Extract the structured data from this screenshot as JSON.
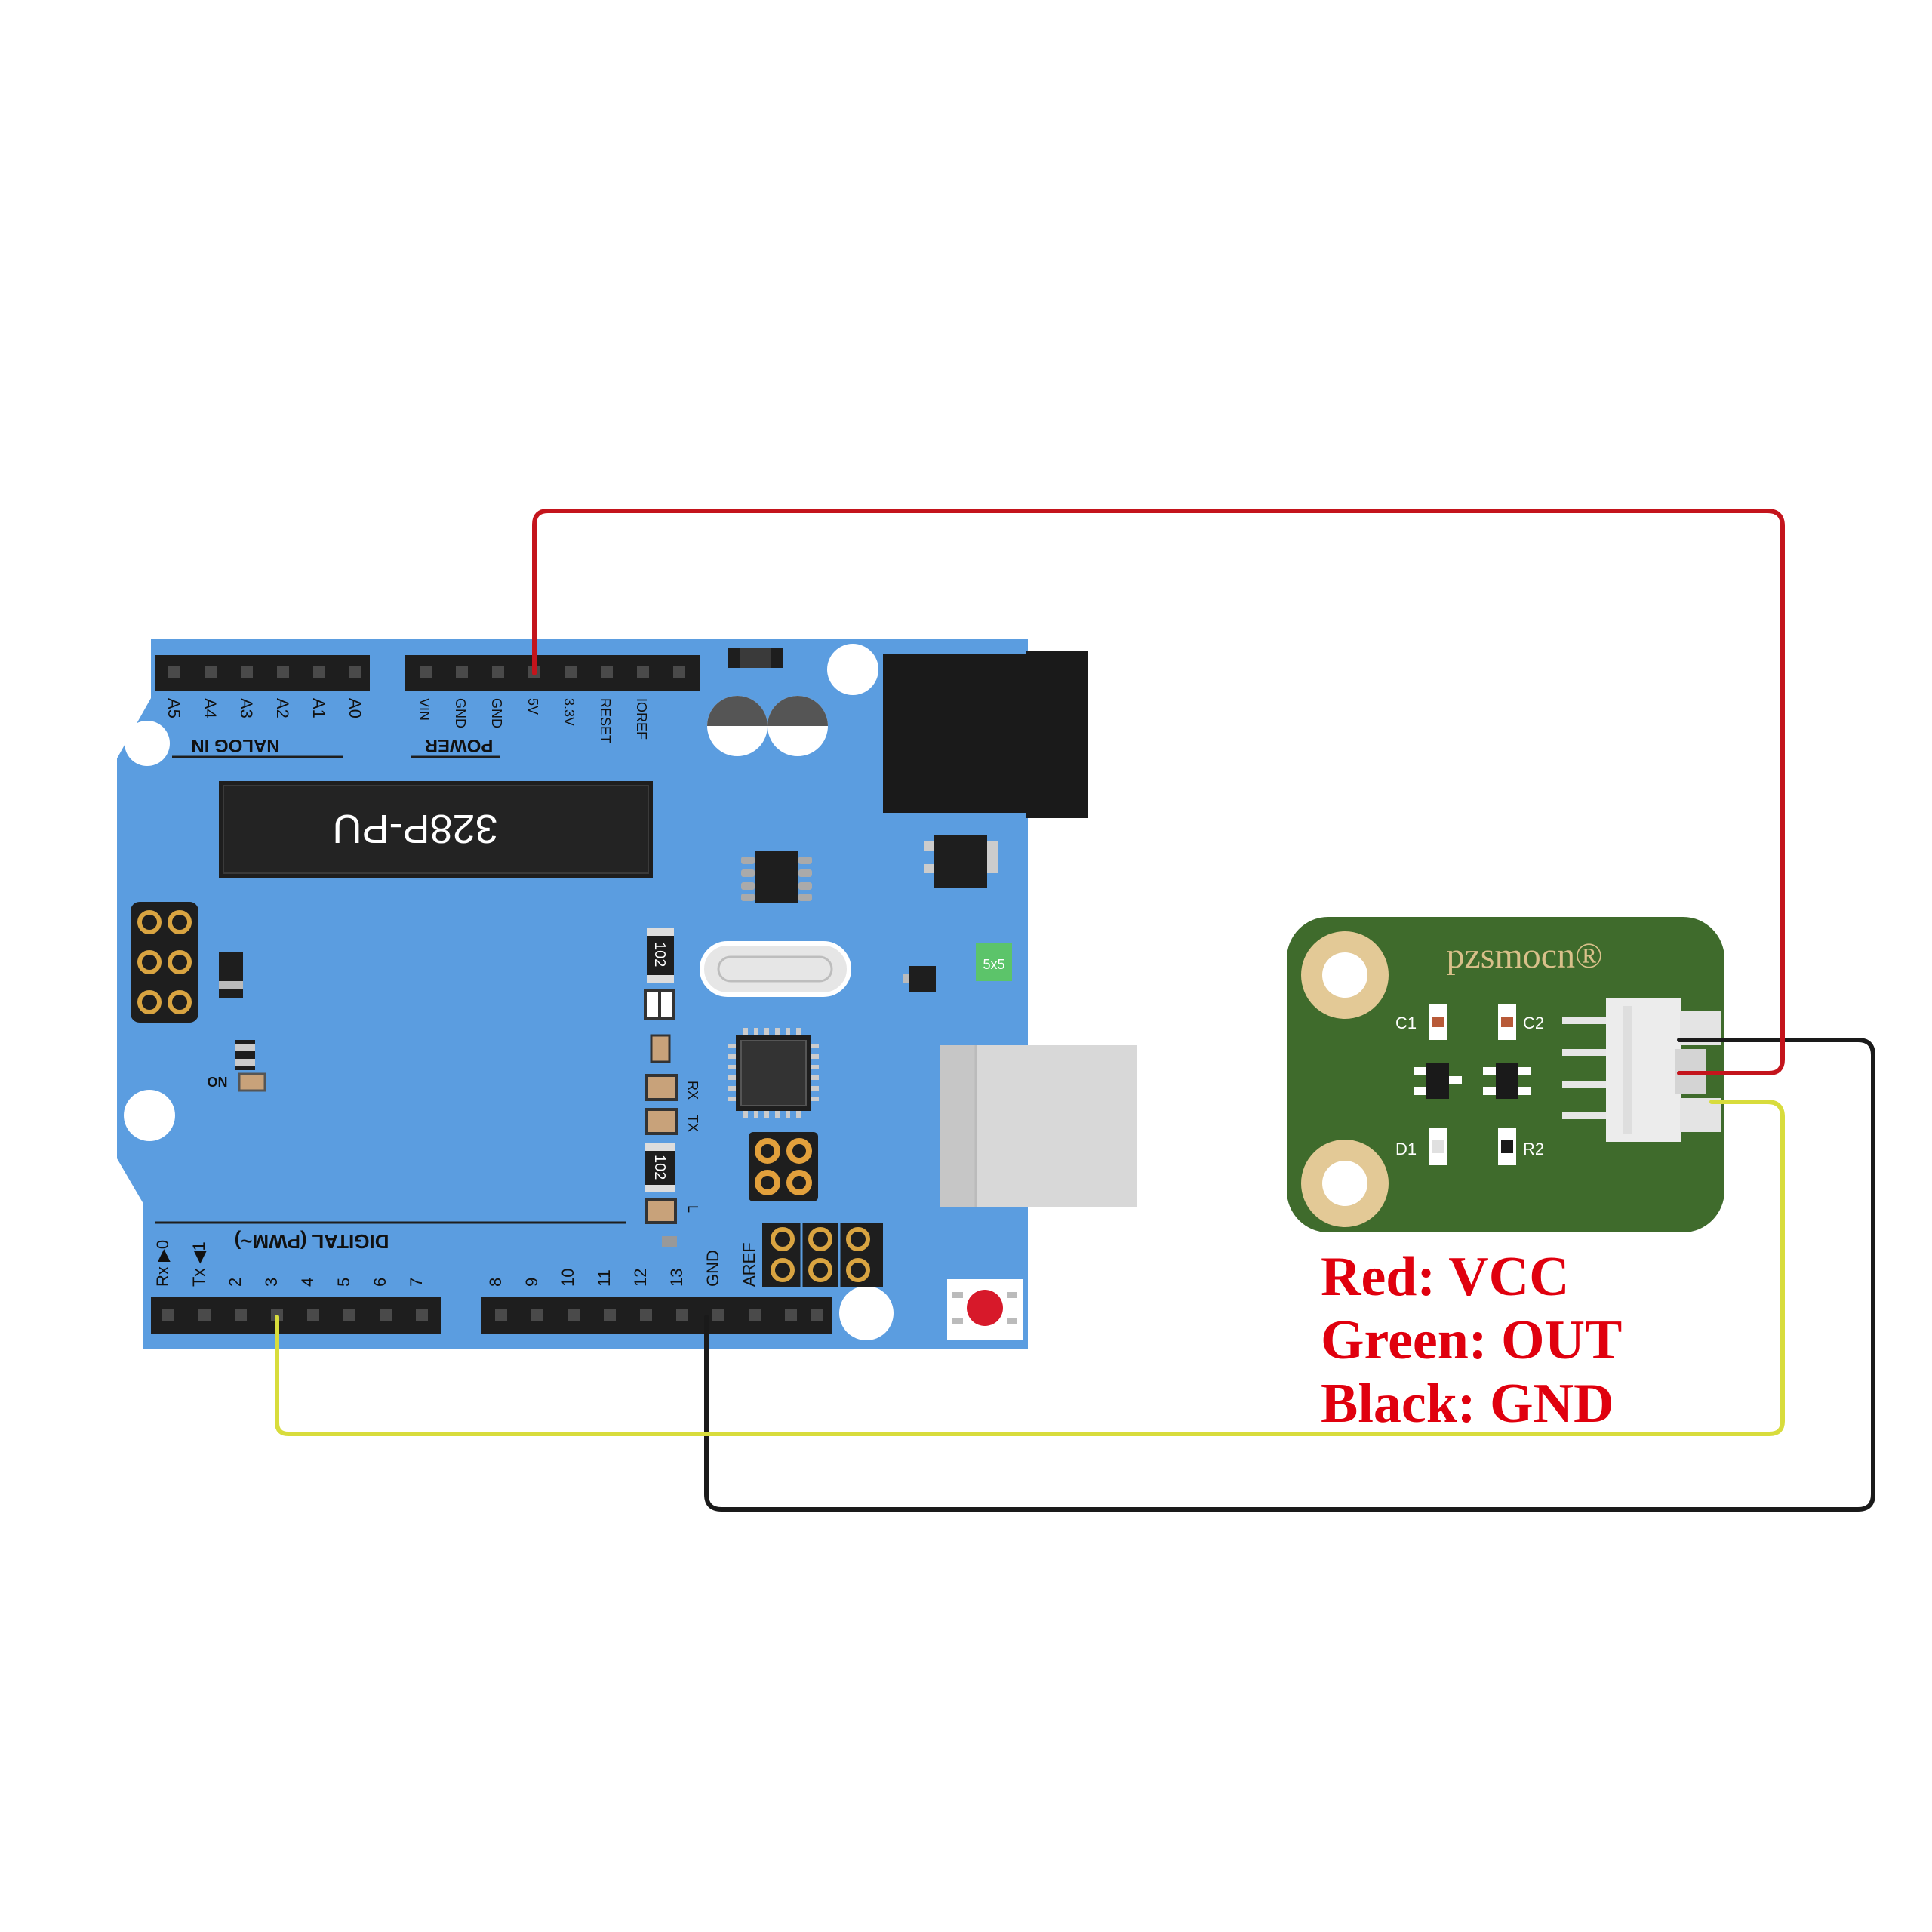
{
  "arduino": {
    "header_analog_label": "NALOG IN",
    "header_power_label": "POWER",
    "analog_pins": [
      "A5",
      "A4",
      "A3",
      "A2",
      "A1",
      "A0"
    ],
    "power_pins": [
      "VIN",
      "GND",
      "GND",
      "5V",
      "3.3V",
      "RESET",
      "IOREF"
    ],
    "chip_label": "328P-PU",
    "digital_label": "DIGITAL (PWM~)",
    "digital_pins_left": [
      "Rx ▶0",
      "Tx ◀1",
      "2",
      "3",
      "4",
      "5",
      "6",
      "7"
    ],
    "digital_pins_right": [
      "8",
      "9",
      "10",
      "11",
      "12",
      "13",
      "GND",
      "AREF"
    ],
    "on_label": "ON",
    "rx_label": "RX",
    "tx_label": "TX",
    "l_label": "L",
    "res1_label": "102",
    "res2_label": "102",
    "fuse_label": "5x5"
  },
  "sensor": {
    "brand": "pzsmocn®",
    "c1": "C1",
    "c2": "C2",
    "d1": "D1",
    "r2": "R2"
  },
  "legend": {
    "red": "Red: VCC",
    "green": "Green: OUT",
    "black": "Black: GND"
  },
  "colors": {
    "board": "#5b9de0",
    "sensor_board": "#3f6b2c",
    "wire_red": "#c4141c",
    "wire_yellow": "#d8dc3c",
    "wire_black": "#1a1a1a",
    "legend_text": "#e0000e"
  }
}
